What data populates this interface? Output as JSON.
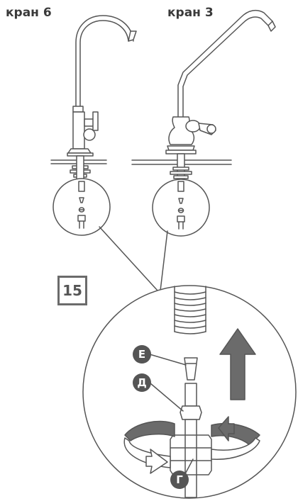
{
  "labels": {
    "faucet_left": "кран 6",
    "faucet_right": "кран 3",
    "step_number": "15",
    "marker_e": "Е",
    "marker_d": "Д",
    "marker_g": "Г"
  },
  "colors": {
    "line": "#555555",
    "arrow_fill": "#6b6b6b",
    "marker_fill": "#555555"
  }
}
